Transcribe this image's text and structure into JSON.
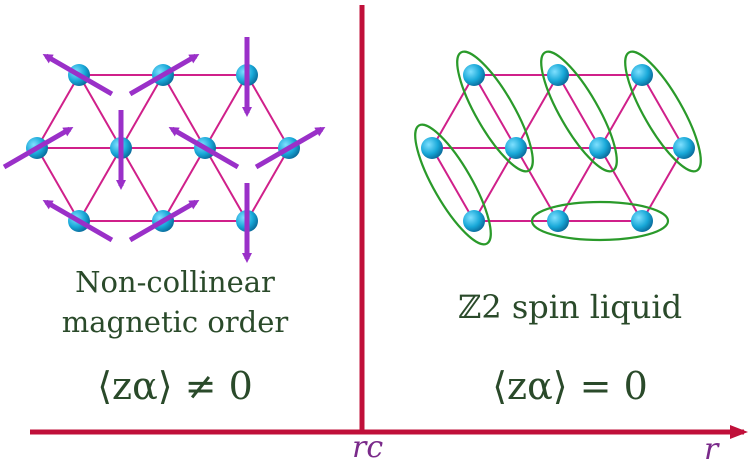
{
  "left_panel": {
    "title_line1": "Non-collinear",
    "title_line2": "magnetic order",
    "equation": "⟨zα⟩ ≠ 0"
  },
  "right_panel": {
    "title": "ℤ2 spin liquid",
    "equation": "⟨zα⟩ = 0"
  },
  "axis": {
    "critical_label": "rc",
    "variable_label": "r"
  },
  "colors": {
    "axis": "#c0103a",
    "lattice": "#d0208a",
    "site": "#1aa0d0",
    "spin_arrow": "#9a30c8",
    "singlet": "#2a9a2a",
    "text": "#2a4a2a",
    "axis_label": "#7a2a8a"
  }
}
